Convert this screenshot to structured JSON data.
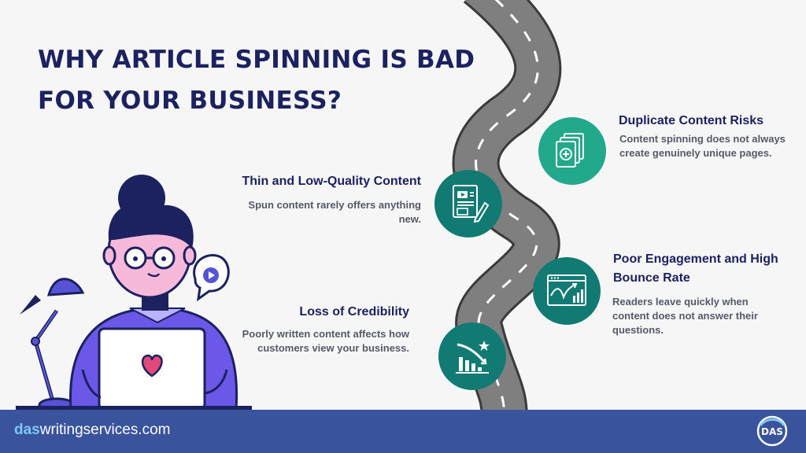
{
  "title": "WHY ARTICLE SPINNING IS BAD FOR YOUR BUSINESS?",
  "items": [
    {
      "title": "Duplicate Content Risks",
      "desc": "Content spinning does not always create genuinely unique pages.",
      "icon": "duplicate-pages-icon"
    },
    {
      "title": "Thin and Low-Quality Content",
      "desc": "Spun content rarely offers anything new.",
      "icon": "document-edit-icon"
    },
    {
      "title": "Poor Engagement and High Bounce Rate",
      "desc": "Readers leave quickly when content does not answer their questions.",
      "icon": "analytics-screen-icon"
    },
    {
      "title": "Loss of Credibility",
      "desc": "Poorly written content affects how customers view your business.",
      "icon": "declining-chart-icon"
    }
  ],
  "footer": {
    "brand_prefix": "das",
    "brand_suffix": "writingservices.com",
    "logo_text": "DAS"
  },
  "colors": {
    "navy": "#1c2160",
    "teal": "#117b73",
    "green": "#22a98c",
    "footer": "#39549c",
    "road": "#7f7f7f"
  }
}
